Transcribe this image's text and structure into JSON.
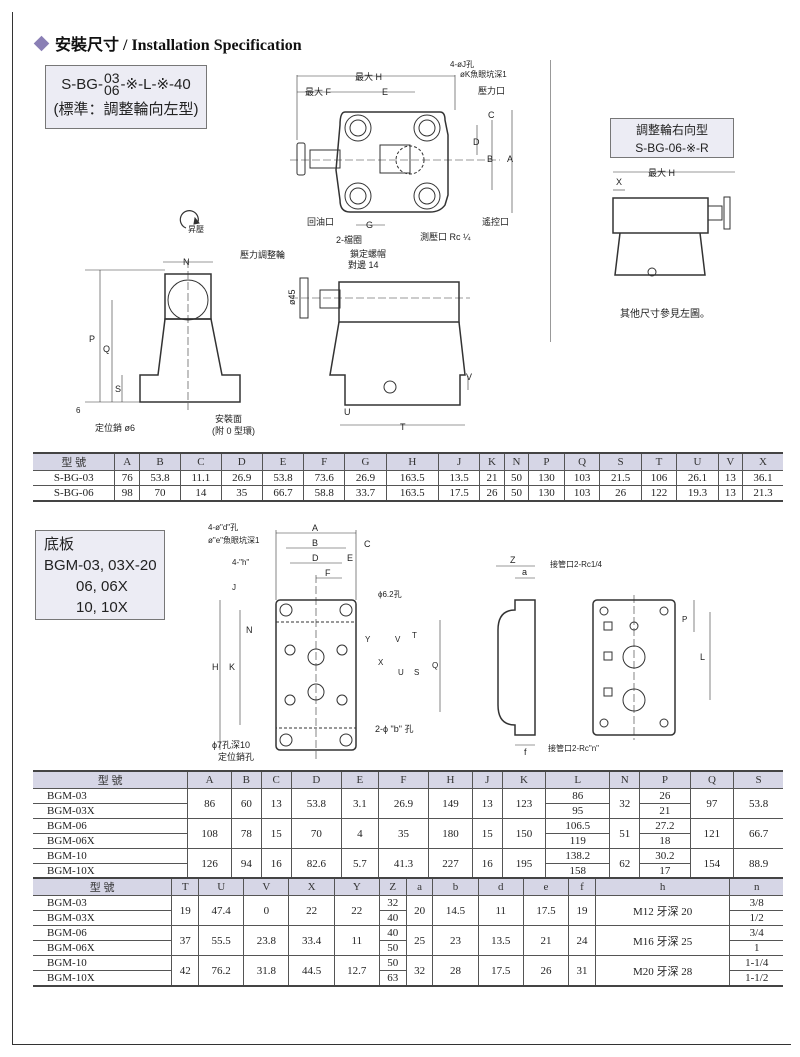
{
  "title": "安裝尺寸 / Installation Specification",
  "model_box": {
    "prefix": "S-BG-",
    "size_top": "03",
    "size_bottom": "06",
    "suffix": "-※-L-※-40",
    "note": "(標準：調整輪向左型)"
  },
  "right_box": {
    "line1": "調整輪右向型",
    "line2": "S-BG-06-※-R",
    "caption": "其他尺寸參見左圖。",
    "dim_h": "最大 H",
    "dim_x": "X"
  },
  "top_view": {
    "max_h": "最大 H",
    "max_f": "最大 F",
    "e": "E",
    "hole": "4-øJ孔",
    "counterbore": "øK魚眼坑深1",
    "pressure_port": "壓力口",
    "c": "C",
    "d": "D",
    "b": "B",
    "a": "A",
    "return_port": "回油口",
    "g": "G",
    "gauge_port": "測壓口 Rc ¼",
    "remote_port": "遙控口"
  },
  "rotation": {
    "label": "昇壓"
  },
  "front_view": {
    "n": "N",
    "p": "P",
    "q": "Q",
    "s": "S",
    "six": "6",
    "pin": "定位銷 ø6",
    "mount": "安裝面",
    "oring": "(附 0 型環)"
  },
  "side_view": {
    "wheel": "壓力調整輪",
    "rings": "2-檔圈",
    "locknut": "鎖定螺帽",
    "across": "對邊 14",
    "dia": "ø45",
    "v": "V",
    "u": "U",
    "t": "T"
  },
  "table1": {
    "headers": [
      "型 號",
      "A",
      "B",
      "C",
      "D",
      "E",
      "F",
      "G",
      "H",
      "J",
      "K",
      "N",
      "P",
      "Q",
      "S",
      "T",
      "U",
      "V",
      "X"
    ],
    "rows": [
      [
        "S-BG-03",
        "76",
        "53.8",
        "11.1",
        "26.9",
        "53.8",
        "73.6",
        "26.9",
        "163.5",
        "13.5",
        "21",
        "50",
        "130",
        "103",
        "21.5",
        "106",
        "26.1",
        "13",
        "36.1"
      ],
      [
        "S-BG-06",
        "98",
        "70",
        "14",
        "35",
        "66.7",
        "58.8",
        "33.7",
        "163.5",
        "17.5",
        "26",
        "50",
        "130",
        "103",
        "26",
        "122",
        "19.3",
        "13",
        "21.3"
      ]
    ]
  },
  "base_box": {
    "title": "底板",
    "l1": "BGM-03, 03X-20",
    "l2": "06, 06X",
    "l3": "10, 10X"
  },
  "base_front": {
    "hole_d": "4-ø\"d\"孔",
    "cb_e": "ø\"e\"魚眼坑深1",
    "h4": "4-\"h\"",
    "a": "A",
    "b": "B",
    "c": "C",
    "d": "D",
    "e": "E",
    "f": "F",
    "j": "J",
    "phi62": "ϕ6.2孔",
    "n": "N",
    "h": "H",
    "k": "K",
    "y": "Y",
    "v": "V",
    "t": "T",
    "x": "X",
    "u": "U",
    "s": "S",
    "q": "Q",
    "b2": "2-ϕ \"b\" 孔",
    "pin_hole": "ϕ7孔深10",
    "pin_label": "定位銷孔"
  },
  "base_side": {
    "z": "Z",
    "a": "a",
    "f": "f"
  },
  "base_back": {
    "port1": "接管口2-Rc1/4",
    "port2": "接管口2-Rc\"n\"",
    "p": "P",
    "l": "L"
  },
  "table2": {
    "headers": [
      "型 號",
      "A",
      "B",
      "C",
      "D",
      "E",
      "F",
      "H",
      "J",
      "K",
      "L",
      "N",
      "P",
      "Q",
      "S"
    ],
    "groups": [
      {
        "models": [
          "BGM-03",
          "BGM-03X"
        ],
        "A": "86",
        "B": "60",
        "C": "13",
        "D": "53.8",
        "E": "3.1",
        "F": "26.9",
        "H": "149",
        "J": "13",
        "K": "123",
        "L": [
          "86",
          "95"
        ],
        "N": "32",
        "P": [
          "26",
          "21"
        ],
        "Q": "97",
        "S": "53.8"
      },
      {
        "models": [
          "BGM-06",
          "BGM-06X"
        ],
        "A": "108",
        "B": "78",
        "C": "15",
        "D": "70",
        "E": "4",
        "F": "35",
        "H": "180",
        "J": "15",
        "K": "150",
        "L": [
          "106.5",
          "119"
        ],
        "N": "51",
        "P": [
          "27.2",
          "18"
        ],
        "Q": "121",
        "S": "66.7"
      },
      {
        "models": [
          "BGM-10",
          "BGM-10X"
        ],
        "A": "126",
        "B": "94",
        "C": "16",
        "D": "82.6",
        "E": "5.7",
        "F": "41.3",
        "H": "227",
        "J": "16",
        "K": "195",
        "L": [
          "138.2",
          "158"
        ],
        "N": "62",
        "P": [
          "30.2",
          "17"
        ],
        "Q": "154",
        "S": "88.9"
      }
    ]
  },
  "table3": {
    "headers": [
      "型 號",
      "T",
      "U",
      "V",
      "X",
      "Y",
      "Z",
      "a",
      "b",
      "d",
      "e",
      "f",
      "h",
      "n"
    ],
    "groups": [
      {
        "models": [
          "BGM-03",
          "BGM-03X"
        ],
        "T": "19",
        "U": "47.4",
        "V": "0",
        "X": "22",
        "Y": "22",
        "Z": [
          "32",
          "40"
        ],
        "a": "20",
        "b": "14.5",
        "d": "11",
        "e": "17.5",
        "f": "19",
        "h": "M12 牙深 20",
        "n": [
          "3/8",
          "1/2"
        ]
      },
      {
        "models": [
          "BGM-06",
          "BGM-06X"
        ],
        "T": "37",
        "U": "55.5",
        "V": "23.8",
        "X": "33.4",
        "Y": "11",
        "Z": [
          "40",
          "50"
        ],
        "a": "25",
        "b": "23",
        "d": "13.5",
        "e": "21",
        "f": "24",
        "h": "M16 牙深 25",
        "n": [
          "3/4",
          "1"
        ]
      },
      {
        "models": [
          "BGM-10",
          "BGM-10X"
        ],
        "T": "42",
        "U": "76.2",
        "V": "31.8",
        "X": "44.5",
        "Y": "12.7",
        "Z": [
          "50",
          "63"
        ],
        "a": "32",
        "b": "28",
        "d": "17.5",
        "e": "26",
        "f": "31",
        "h": "M20 牙深 28",
        "n": [
          "1-1/4",
          "1-1/2"
        ]
      }
    ]
  }
}
